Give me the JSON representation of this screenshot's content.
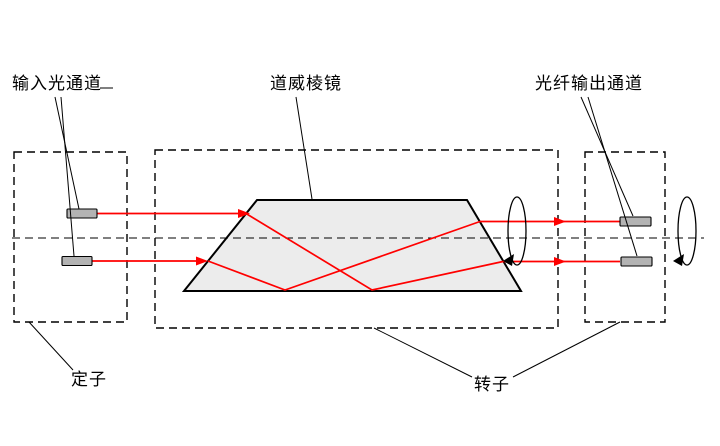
{
  "labels": {
    "input_channel": "输入光通道",
    "dove_prism": "道威棱镜",
    "fiber_output_channel": "光纤输出通道",
    "stator": "定子",
    "rotor": "转子"
  },
  "colors": {
    "ray": "#ff0000",
    "prism_fill": "#ececec",
    "connector_fill": "#b3b3b3",
    "line": "#000000",
    "background": "#ffffff"
  }
}
